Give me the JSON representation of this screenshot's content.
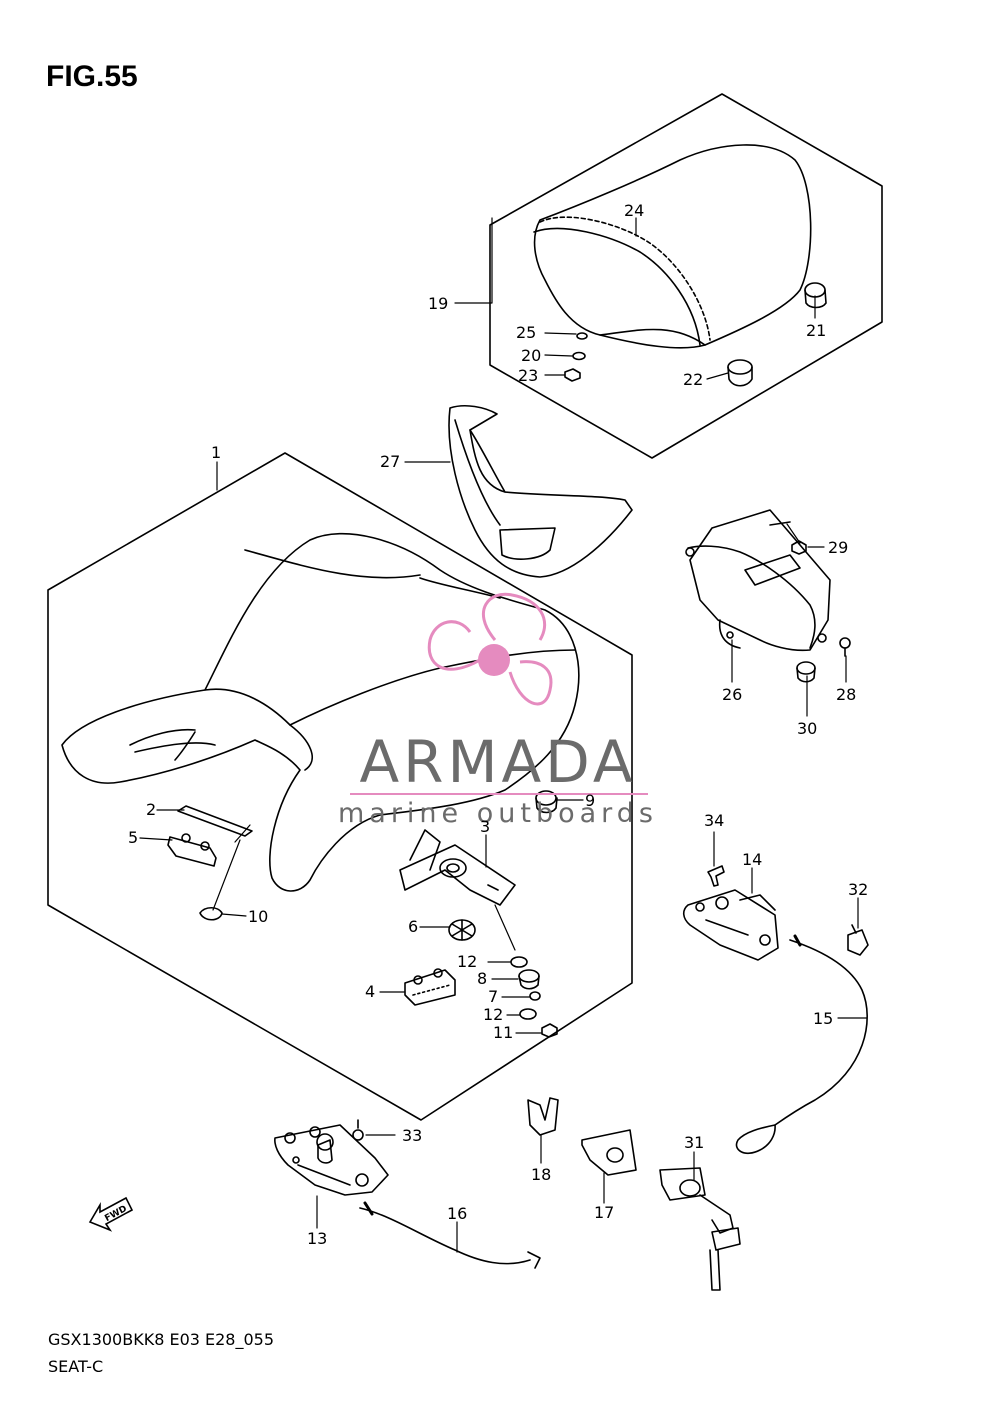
{
  "figure": {
    "title": "FIG.55"
  },
  "footer": {
    "model_code": "GSX1300BKK8 E03 E28_055",
    "section": "SEAT-C"
  },
  "watermark": {
    "brand": "ARMADA",
    "tagline": "marine outboards",
    "color_pink": "#e58bbf",
    "color_gray": "#6b6b6b"
  },
  "direction_marker": {
    "label": "FWD"
  },
  "callouts": [
    "1",
    "2",
    "3",
    "4",
    "5",
    "6",
    "7",
    "8",
    "9",
    "10",
    "11",
    "12",
    "12",
    "13",
    "14",
    "15",
    "16",
    "17",
    "18",
    "19",
    "20",
    "21",
    "22",
    "23",
    "24",
    "25",
    "26",
    "27",
    "28",
    "29",
    "30",
    "31",
    "32",
    "33",
    "34"
  ]
}
